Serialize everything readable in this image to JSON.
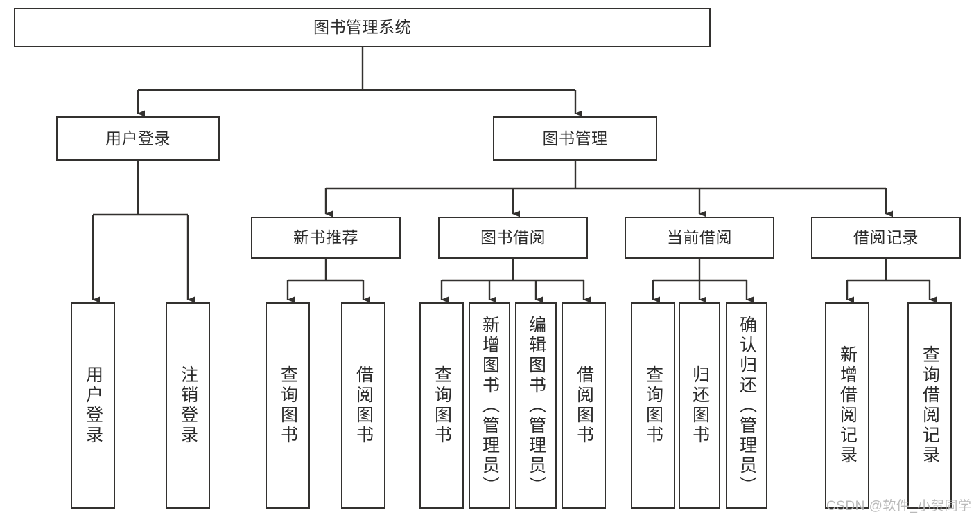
{
  "diagram": {
    "type": "hierarchy-tree",
    "title": "图书管理系统",
    "watermark": "CSDN @软件_小贺同学",
    "colors": {
      "box_border": "#33312f",
      "box_fill": "#ffffff",
      "edge": "#33312f",
      "text": "#2b2b2b",
      "watermark": "#b9b9b9",
      "background": "#ffffff"
    },
    "nodes": {
      "root": {
        "label": "图书管理系统",
        "level": 0,
        "orientation": "horizontal"
      },
      "l1": [
        {
          "id": "user-login",
          "label": "用户登录",
          "level": 1,
          "orientation": "horizontal"
        },
        {
          "id": "book-management",
          "label": "图书管理",
          "level": 1,
          "orientation": "horizontal"
        }
      ],
      "l2": [
        {
          "id": "new-book-recommend",
          "label": "新书推荐",
          "level": 2,
          "orientation": "horizontal",
          "parent": "book-management"
        },
        {
          "id": "book-borrow",
          "label": "图书借阅",
          "level": 2,
          "orientation": "horizontal",
          "parent": "book-management"
        },
        {
          "id": "current-borrow",
          "label": "当前借阅",
          "level": 2,
          "orientation": "horizontal",
          "parent": "book-management"
        },
        {
          "id": "borrow-records",
          "label": "借阅记录",
          "level": 2,
          "orientation": "horizontal",
          "parent": "book-management"
        }
      ],
      "leaves": [
        {
          "id": "leaf-user-login",
          "label": "用户登录",
          "parent": "user-login",
          "orientation": "vertical"
        },
        {
          "id": "leaf-user-logout",
          "label": "注销登录",
          "parent": "user-login",
          "orientation": "vertical"
        },
        {
          "id": "leaf-query-book-1",
          "label": "查询图书",
          "parent": "new-book-recommend",
          "orientation": "vertical"
        },
        {
          "id": "leaf-borrow-book-1",
          "label": "借阅图书",
          "parent": "new-book-recommend",
          "orientation": "vertical"
        },
        {
          "id": "leaf-query-book-2",
          "label": "查询图书",
          "parent": "book-borrow",
          "orientation": "vertical"
        },
        {
          "id": "leaf-add-book",
          "label": "新增图书（管理员）",
          "parent": "book-borrow",
          "orientation": "vertical"
        },
        {
          "id": "leaf-edit-book",
          "label": "编辑图书（管理员）",
          "parent": "book-borrow",
          "orientation": "vertical"
        },
        {
          "id": "leaf-borrow-book-2",
          "label": "借阅图书",
          "parent": "book-borrow",
          "orientation": "vertical"
        },
        {
          "id": "leaf-query-book-3",
          "label": "查询图书",
          "parent": "current-borrow",
          "orientation": "vertical"
        },
        {
          "id": "leaf-return-book",
          "label": "归还图书",
          "parent": "current-borrow",
          "orientation": "vertical"
        },
        {
          "id": "leaf-confirm-return",
          "label": "确认归还（管理员）",
          "parent": "current-borrow",
          "orientation": "vertical"
        },
        {
          "id": "leaf-add-record",
          "label": "新增借阅记录",
          "parent": "borrow-records",
          "orientation": "vertical"
        },
        {
          "id": "leaf-query-record",
          "label": "查询借阅记录",
          "parent": "borrow-records",
          "orientation": "vertical"
        }
      ]
    }
  }
}
